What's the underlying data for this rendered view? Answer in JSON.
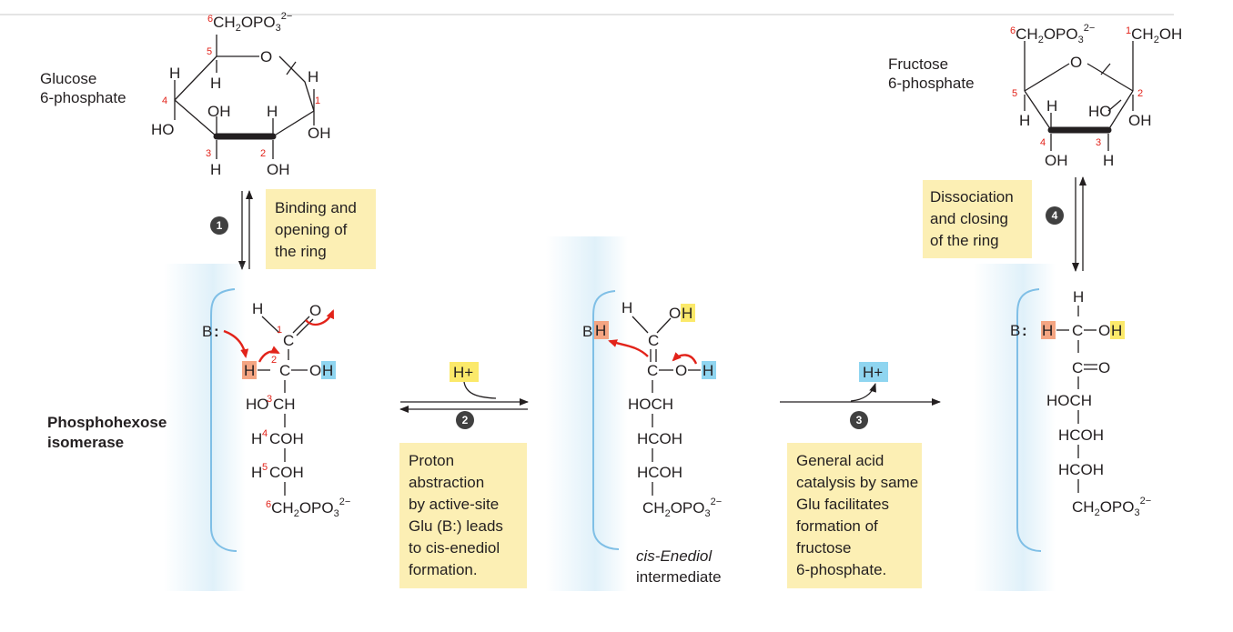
{
  "labels": {
    "glucose": [
      "Glucose",
      "6-phosphate"
    ],
    "fructose": [
      "Fructose",
      "6-phosphate"
    ],
    "enzyme": [
      "Phosphohexose",
      "isomerase"
    ],
    "intermediate": [
      "cis-Enediol",
      "intermediate"
    ]
  },
  "steps": [
    "1",
    "2",
    "3",
    "4"
  ],
  "boxes": {
    "step1": [
      "Binding and",
      "opening of",
      "the ring"
    ],
    "step2": [
      "Proton",
      "abstraction",
      "by active-site",
      "Glu (B:) leads",
      "to cis-enediol",
      "formation."
    ],
    "step3": [
      "General acid",
      "catalysis by same",
      "Glu facilitates",
      "formation of",
      "fructose",
      "6-phosphate."
    ],
    "step4": [
      "Dissociation",
      "and closing",
      "of the ring"
    ]
  },
  "proton": "H+",
  "colors": {
    "highlight_red": "#f4a582",
    "highlight_yellow": "#fbe96a",
    "highlight_blue": "#8fd5f0",
    "box_fill": "#fcefb4",
    "arrow_red": "#e2231a",
    "enzyme_blue": "#7fbfe6"
  }
}
